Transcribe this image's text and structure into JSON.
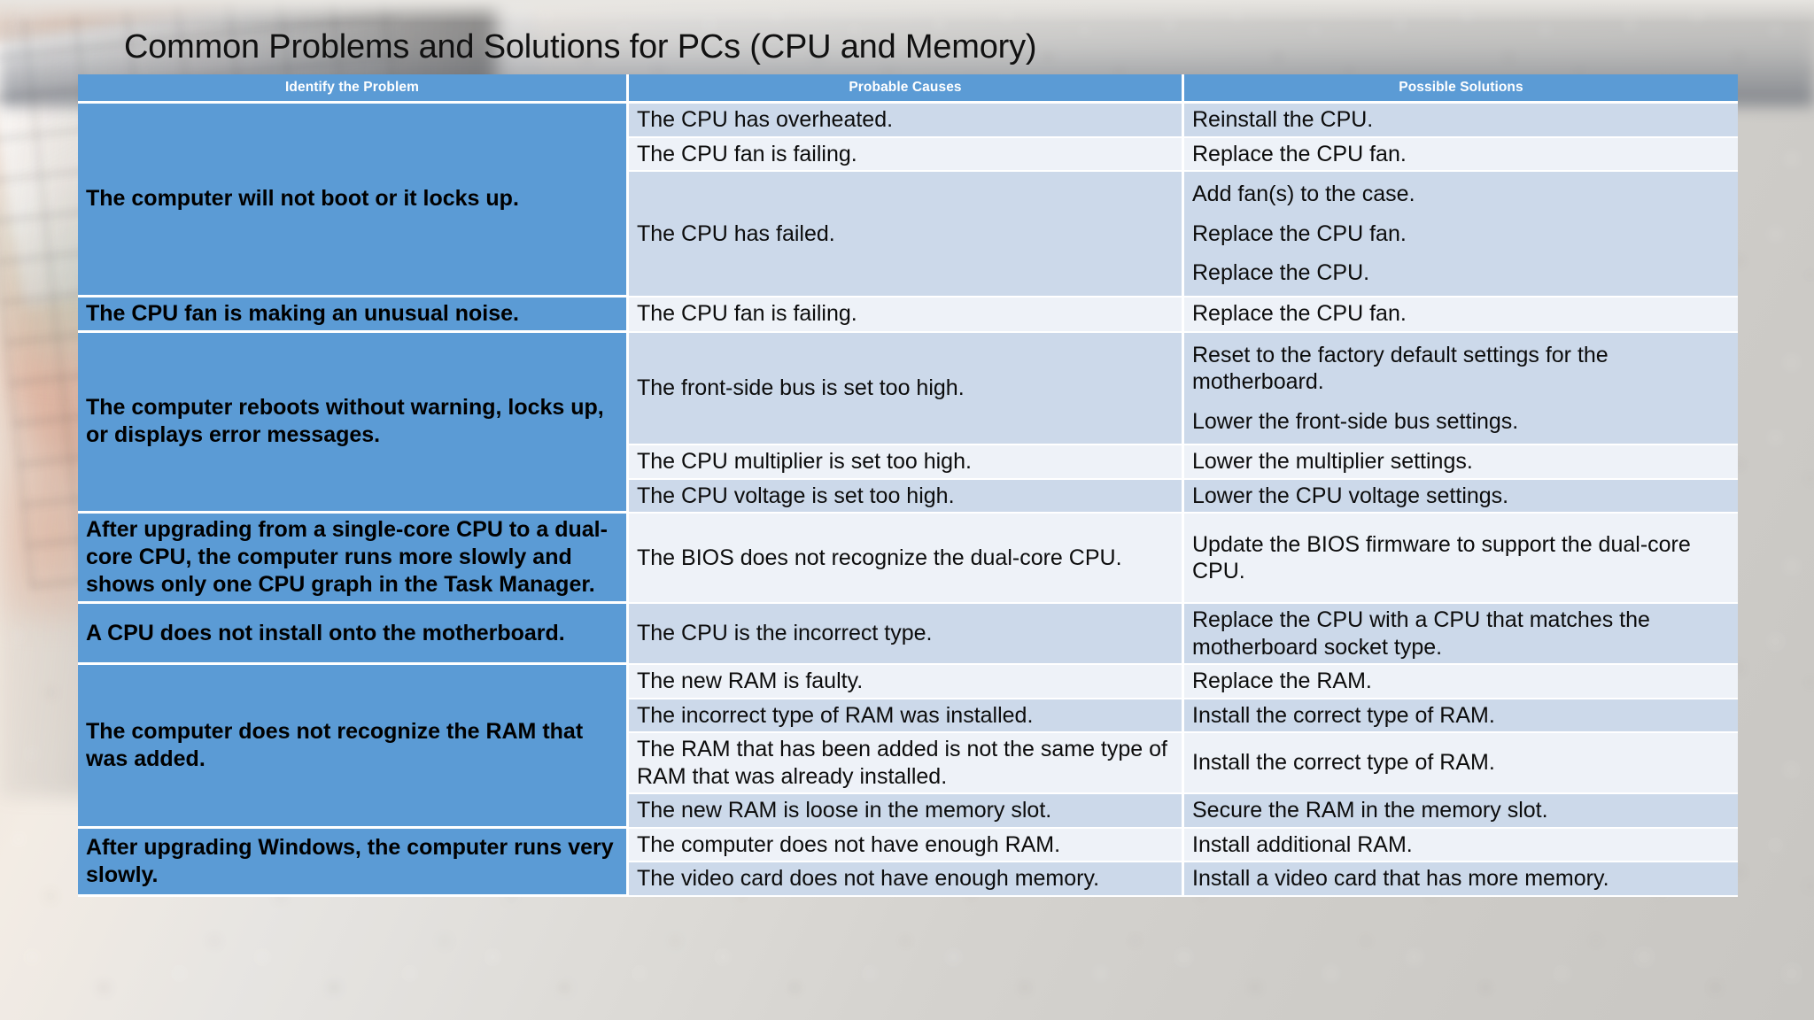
{
  "slide": {
    "title": "Common Problems and Solutions for PCs (CPU and Memory)",
    "accent_color": "#5b9bd5",
    "band_a_color": "#ccd9ea",
    "band_b_color": "#eef2f8"
  },
  "table": {
    "headers": [
      "Identify the Problem",
      "Probable Causes",
      "Possible Solutions"
    ],
    "rows": [
      {
        "problem": "The computer will not boot or it locks up.",
        "entries": [
          {
            "cause": "The CPU has overheated.",
            "solutions": [
              "Reinstall the CPU."
            ]
          },
          {
            "cause": "The CPU fan is failing.",
            "solutions": [
              "Replace the CPU fan."
            ]
          },
          {
            "cause": "The CPU has failed.",
            "solutions": [
              "Add fan(s) to the case.",
              "Replace the CPU fan.",
              "Replace the CPU."
            ]
          }
        ]
      },
      {
        "problem": "The CPU fan is making an unusual noise.",
        "entries": [
          {
            "cause": "The CPU fan is failing.",
            "solutions": [
              "Replace the CPU fan."
            ]
          }
        ]
      },
      {
        "problem": "The computer reboots without warning, locks up, or displays error messages.",
        "entries": [
          {
            "cause": "The front-side bus is set too high.",
            "solutions": [
              "Reset to the factory default settings for the motherboard.",
              "Lower the front-side bus settings."
            ]
          },
          {
            "cause": "The CPU multiplier is set too high.",
            "solutions": [
              "Lower the multiplier settings."
            ]
          },
          {
            "cause": "The CPU voltage is set too high.",
            "solutions": [
              "Lower the CPU voltage settings."
            ]
          }
        ]
      },
      {
        "problem": "After upgrading from a single-core CPU to a dual-core CPU, the computer runs more slowly and shows only one CPU graph in the Task Manager.",
        "entries": [
          {
            "cause": "The BIOS does not recognize the dual-core CPU.",
            "solutions": [
              "Update the BIOS firmware to support the dual-core CPU."
            ]
          }
        ]
      },
      {
        "problem": "A CPU does not install onto the motherboard.",
        "entries": [
          {
            "cause": "The CPU is the incorrect type.",
            "solutions": [
              "Replace the CPU with a CPU that matches the motherboard socket type."
            ]
          }
        ]
      },
      {
        "problem": "The computer does not recognize the RAM that was added.",
        "entries": [
          {
            "cause": "The new RAM is faulty.",
            "solutions": [
              "Replace the RAM."
            ]
          },
          {
            "cause": "The incorrect type of RAM was installed.",
            "solutions": [
              "Install the correct type of RAM."
            ]
          },
          {
            "cause": "The RAM that has been added is not the same type of RAM that was already installed.",
            "solutions": [
              "Install the correct type of RAM."
            ]
          },
          {
            "cause": "The new RAM is loose in the memory slot.",
            "solutions": [
              "Secure the RAM in the memory slot."
            ]
          }
        ]
      },
      {
        "problem": "After upgrading Windows, the computer runs very slowly.",
        "entries": [
          {
            "cause": "The computer does not have enough RAM.",
            "solutions": [
              "Install additional RAM."
            ]
          },
          {
            "cause": "The video card does not have enough memory.",
            "solutions": [
              "Install a video card that has more memory."
            ]
          }
        ]
      }
    ]
  }
}
